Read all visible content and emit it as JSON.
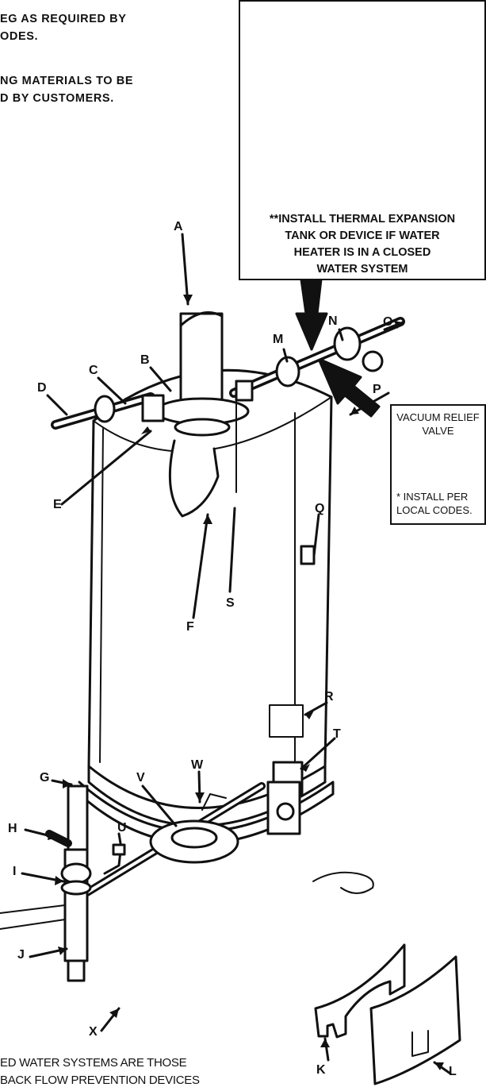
{
  "notes": {
    "top_line1": "EG AS REQUIRED BY",
    "top_line2": "ODES.",
    "top_line3": "NG MATERIALS TO BE",
    "top_line4": "D BY CUSTOMERS."
  },
  "expansion_callout": {
    "line1": "**INSTALL THERMAL EXPANSION",
    "line2": "TANK OR DEVICE IF WATER",
    "line3": "HEATER IS IN A CLOSED",
    "line4": "WATER SYSTEM"
  },
  "vacuum_callout": {
    "title_line1": "VACUUM RELIEF",
    "title_line2": "VALVE",
    "note_line1": "* INSTALL PER",
    "note_line2": "LOCAL CODES."
  },
  "labels": {
    "A": "A",
    "B": "B",
    "C": "C",
    "D": "D",
    "E": "E",
    "F": "F",
    "G": "G",
    "H": "H",
    "I": "I",
    "J": "J",
    "K": "K",
    "L": "L",
    "M": "M",
    "N": "N",
    "O": "O",
    "P": "P",
    "Q": "Q",
    "R": "R",
    "S": "S",
    "T": "T",
    "U": "U",
    "V": "V",
    "W": "W",
    "X": "X"
  },
  "bottom_note": {
    "line1": "ED WATER SYSTEMS ARE THOSE",
    "line2": "BACK FLOW PREVENTION DEVICES"
  }
}
